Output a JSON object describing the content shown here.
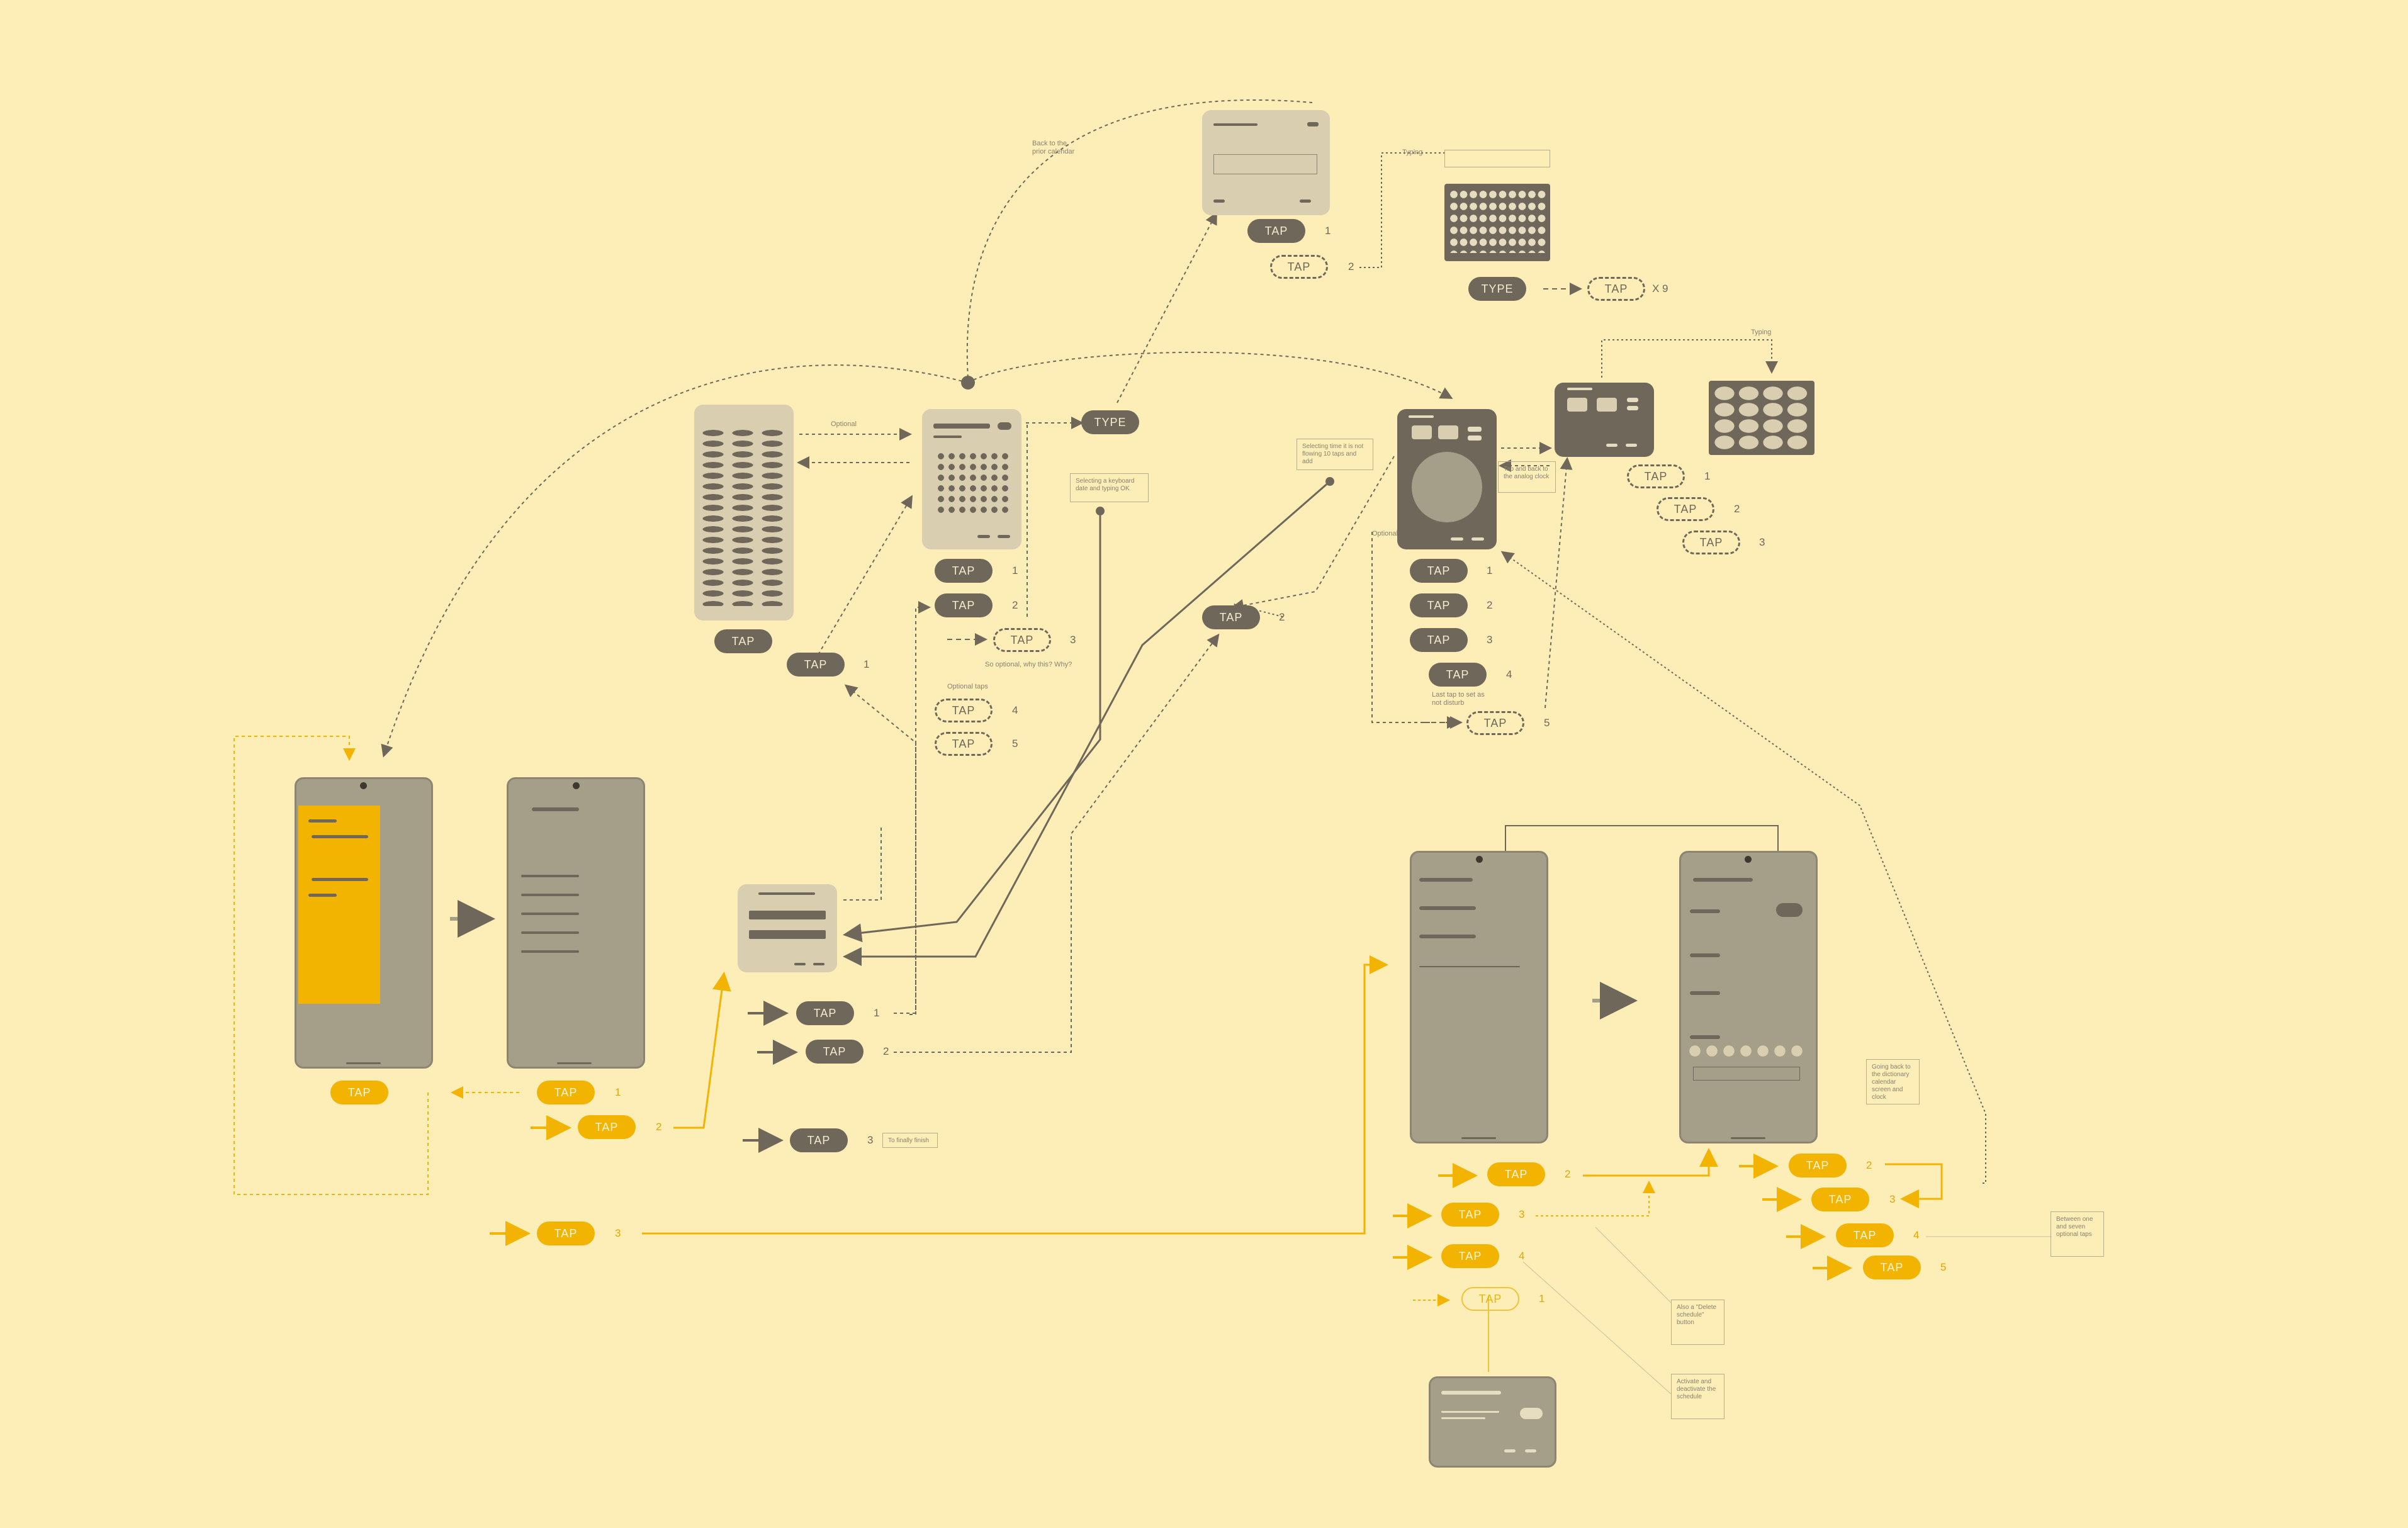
{
  "flows": {
    "calendar": {
      "pills": [
        {
          "label": "TAP",
          "num": "1"
        },
        {
          "label": "TAP",
          "num": "2"
        },
        {
          "label": "TAP",
          "num": "3"
        },
        {
          "label": "TAP",
          "num": "4"
        },
        {
          "label": "TAP",
          "num": "5"
        }
      ],
      "type_label": "TYPE",
      "note_optional": "Optional",
      "note_optional_taps": "Optional taps",
      "note_so_optional": "So optional, why this? Why?",
      "note_keyboard": "Selecting a keyboard date and typing OK"
    },
    "date_input": {
      "tap1": "TAP",
      "num1": "1",
      "tap2": "TAP",
      "num2": "2",
      "type_label": "TYPE",
      "tap_repeat": "TAP",
      "repeat": "X 9",
      "note_back": "Back to the prior calendar",
      "note_typing": "Typing"
    },
    "clock": {
      "pills": [
        {
          "label": "TAP",
          "num": "1"
        },
        {
          "label": "TAP",
          "num": "2"
        },
        {
          "label": "TAP",
          "num": "3"
        },
        {
          "label": "TAP",
          "num": "4"
        },
        {
          "label": "TAP",
          "num": "5"
        }
      ],
      "tap2": "TAP",
      "tap2num": "2",
      "note_select_time": "Selecting time it is not flowing 10 taps and add",
      "note_tap_back": "Tap and back to the analog clock",
      "note_optional": "Optional",
      "note_last": "Last tap to set as not disturb",
      "typing": "Typing",
      "kbd_pills": [
        {
          "label": "TAP",
          "num": "1"
        },
        {
          "label": "TAP",
          "num": "2"
        },
        {
          "label": "TAP",
          "num": "3"
        }
      ]
    },
    "dialog": {
      "pills": [
        {
          "label": "TAP",
          "num": "1"
        },
        {
          "label": "TAP",
          "num": "2"
        },
        {
          "label": "TAP",
          "num": "3"
        }
      ],
      "note_finish": "To finally finish"
    },
    "settings": {
      "screen1_tap": "TAP",
      "screen2_pills": [
        {
          "label": "TAP",
          "num": "1"
        },
        {
          "label": "TAP",
          "num": "2"
        },
        {
          "label": "TAP",
          "num": "3"
        }
      ],
      "calendar_tap": "TAP"
    },
    "schedule": {
      "left_pills": [
        {
          "label": "TAP",
          "num": "2"
        },
        {
          "label": "TAP",
          "num": "3"
        },
        {
          "label": "TAP",
          "num": "4"
        },
        {
          "label": "TAP",
          "num": "1"
        }
      ],
      "right_pills": [
        {
          "label": "TAP",
          "num": "2"
        },
        {
          "label": "TAP",
          "num": "3"
        },
        {
          "label": "TAP",
          "num": "4"
        },
        {
          "label": "TAP",
          "num": "5"
        }
      ],
      "note_add": "Also a \"Delete schedule\" button",
      "note_activate": "Activate and deactivate the schedule",
      "note_going_back": "Going back to the dictionary calendar screen and clock",
      "note_between": "Between one and seven optional taps"
    }
  },
  "colors": {
    "background": "#fdedb7",
    "dark": "#6f685a",
    "accent": "#f2b400",
    "screen": "#a59e88"
  }
}
